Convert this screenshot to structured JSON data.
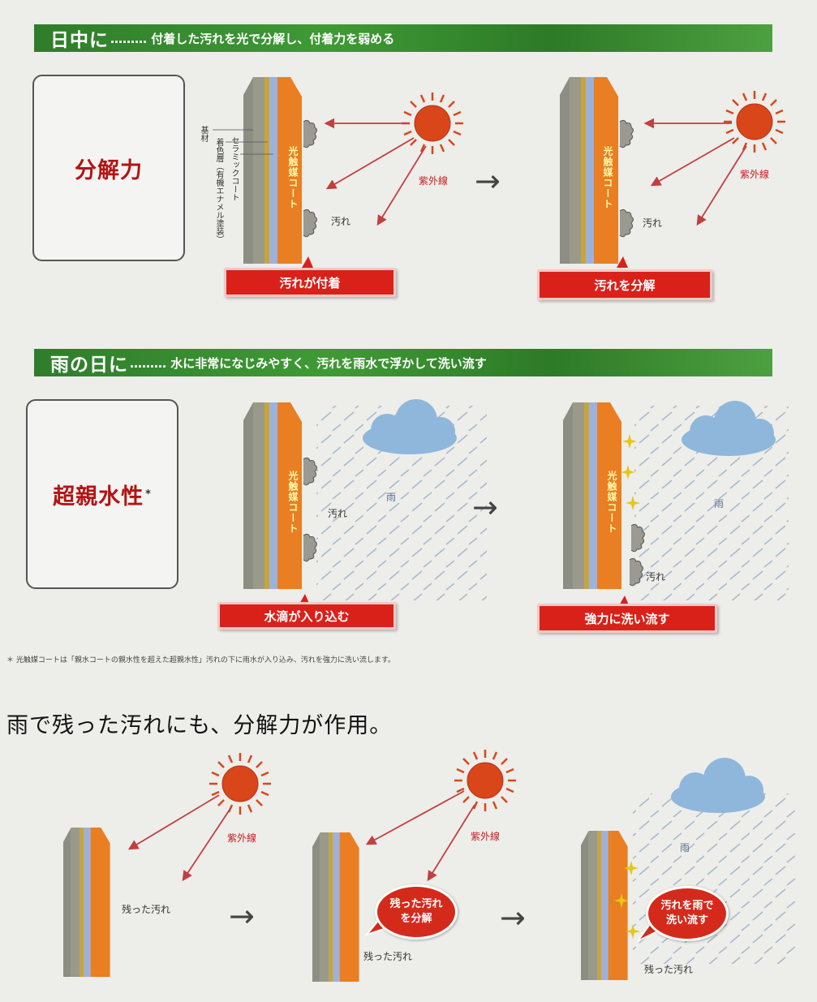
{
  "section1": {
    "title_main": "日中に",
    "title_sub": "……… 付着した汚れを光で分解し、付着力を弱める",
    "label": "分解力",
    "layer_labels": [
      "基材",
      "着色層（有機エナメル塗装）",
      "セラミックコート"
    ],
    "coat_label": "光触媒コート",
    "uv_label": "紫外線",
    "dirt_label": "汚れ",
    "box_left": "汚れが付着",
    "box_right": "汚れを分解",
    "arrow": "→"
  },
  "section2": {
    "title_main": "雨の日に",
    "title_sub": "……… 水に非常になじみやすく、汚れを雨水で浮かして洗い流す",
    "label": "超親水性",
    "label_mark": "*",
    "coat_label": "光触媒コート",
    "rain_label": "雨",
    "dirt_label": "汚れ",
    "box_left": "水滴が入り込む",
    "box_right": "強力に洗い流す",
    "arrow": "→"
  },
  "footnote": "＊ 光触媒コートは「親水コートの親水性を超えた超親水性」汚れの下に雨水が入り込み、汚れを強力に洗い流します。",
  "section3": {
    "heading": "雨で残った汚れにも、分解力が作用。",
    "uv_label": "紫外線",
    "rain_label": "雨",
    "residual_label": "残った汚れ",
    "bubble1": [
      "残った汚れ",
      "を分解"
    ],
    "bubble2": [
      "汚れを雨で",
      "洗い流す"
    ],
    "arrow": "→"
  },
  "colors": {
    "green_band": "#3f9a35",
    "red_box": "#d9211a",
    "label_red": "#b21414",
    "sun": "#d9461a",
    "coat_orange": "#e97e22",
    "cloud": "#8fb7dc"
  }
}
